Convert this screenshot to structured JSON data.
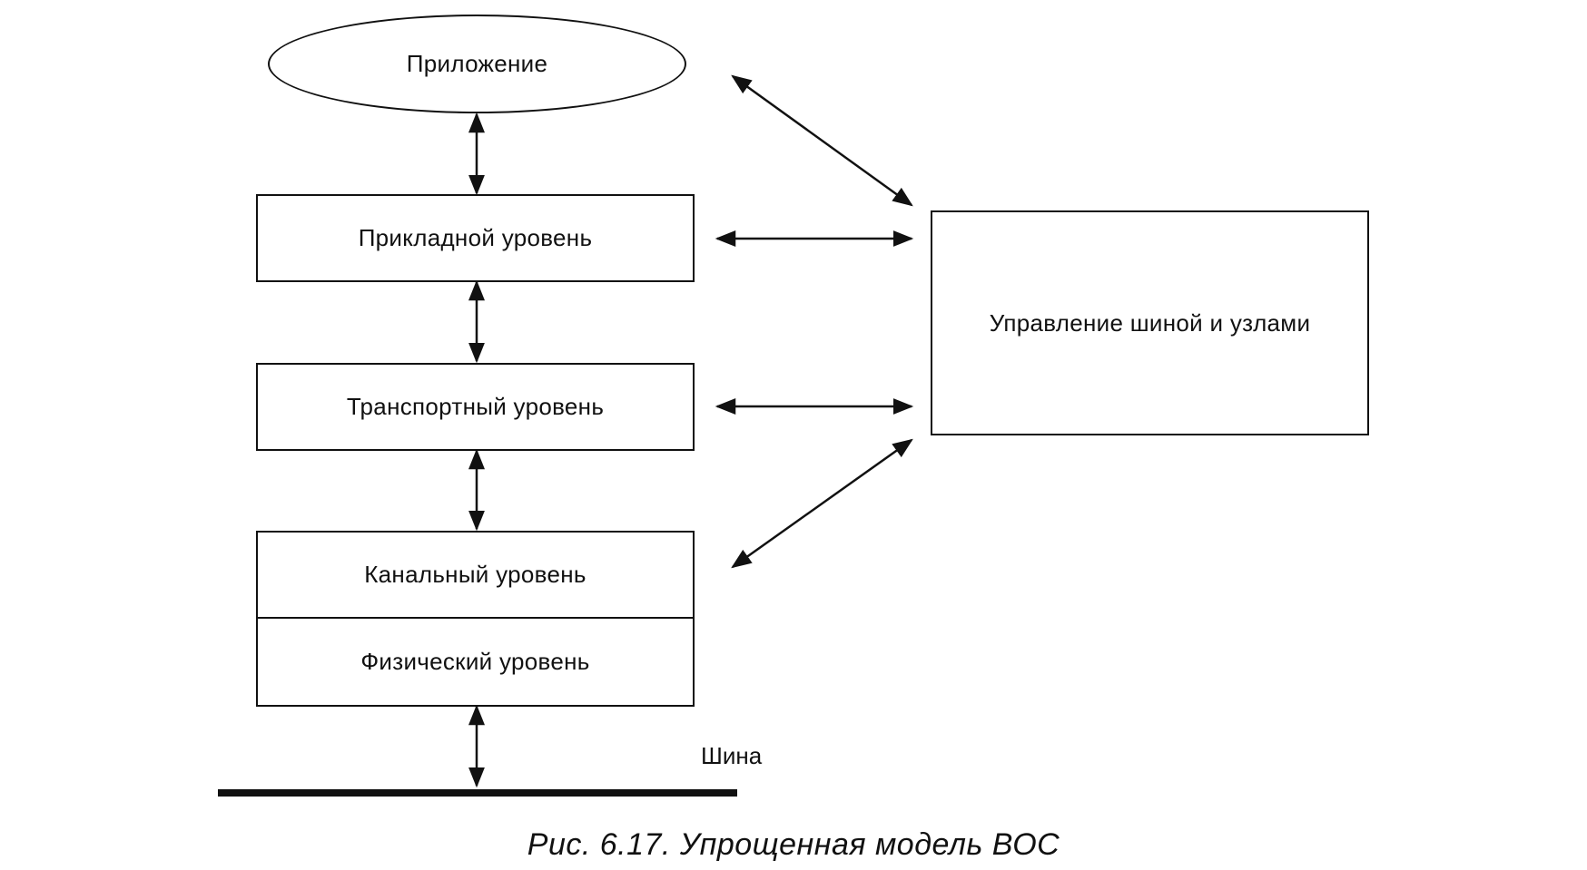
{
  "diagram": {
    "application": "Приложение",
    "layers": {
      "application_layer": "Прикладной уровень",
      "transport_layer": "Транспортный уровень",
      "data_link_layer": "Канальный  уровень",
      "physical_layer": "Физический  уровень"
    },
    "management": "Управление шиной и узлами",
    "bus": "Шина"
  },
  "caption": "Рис. 6.17. Упрощенная модель ВОС"
}
